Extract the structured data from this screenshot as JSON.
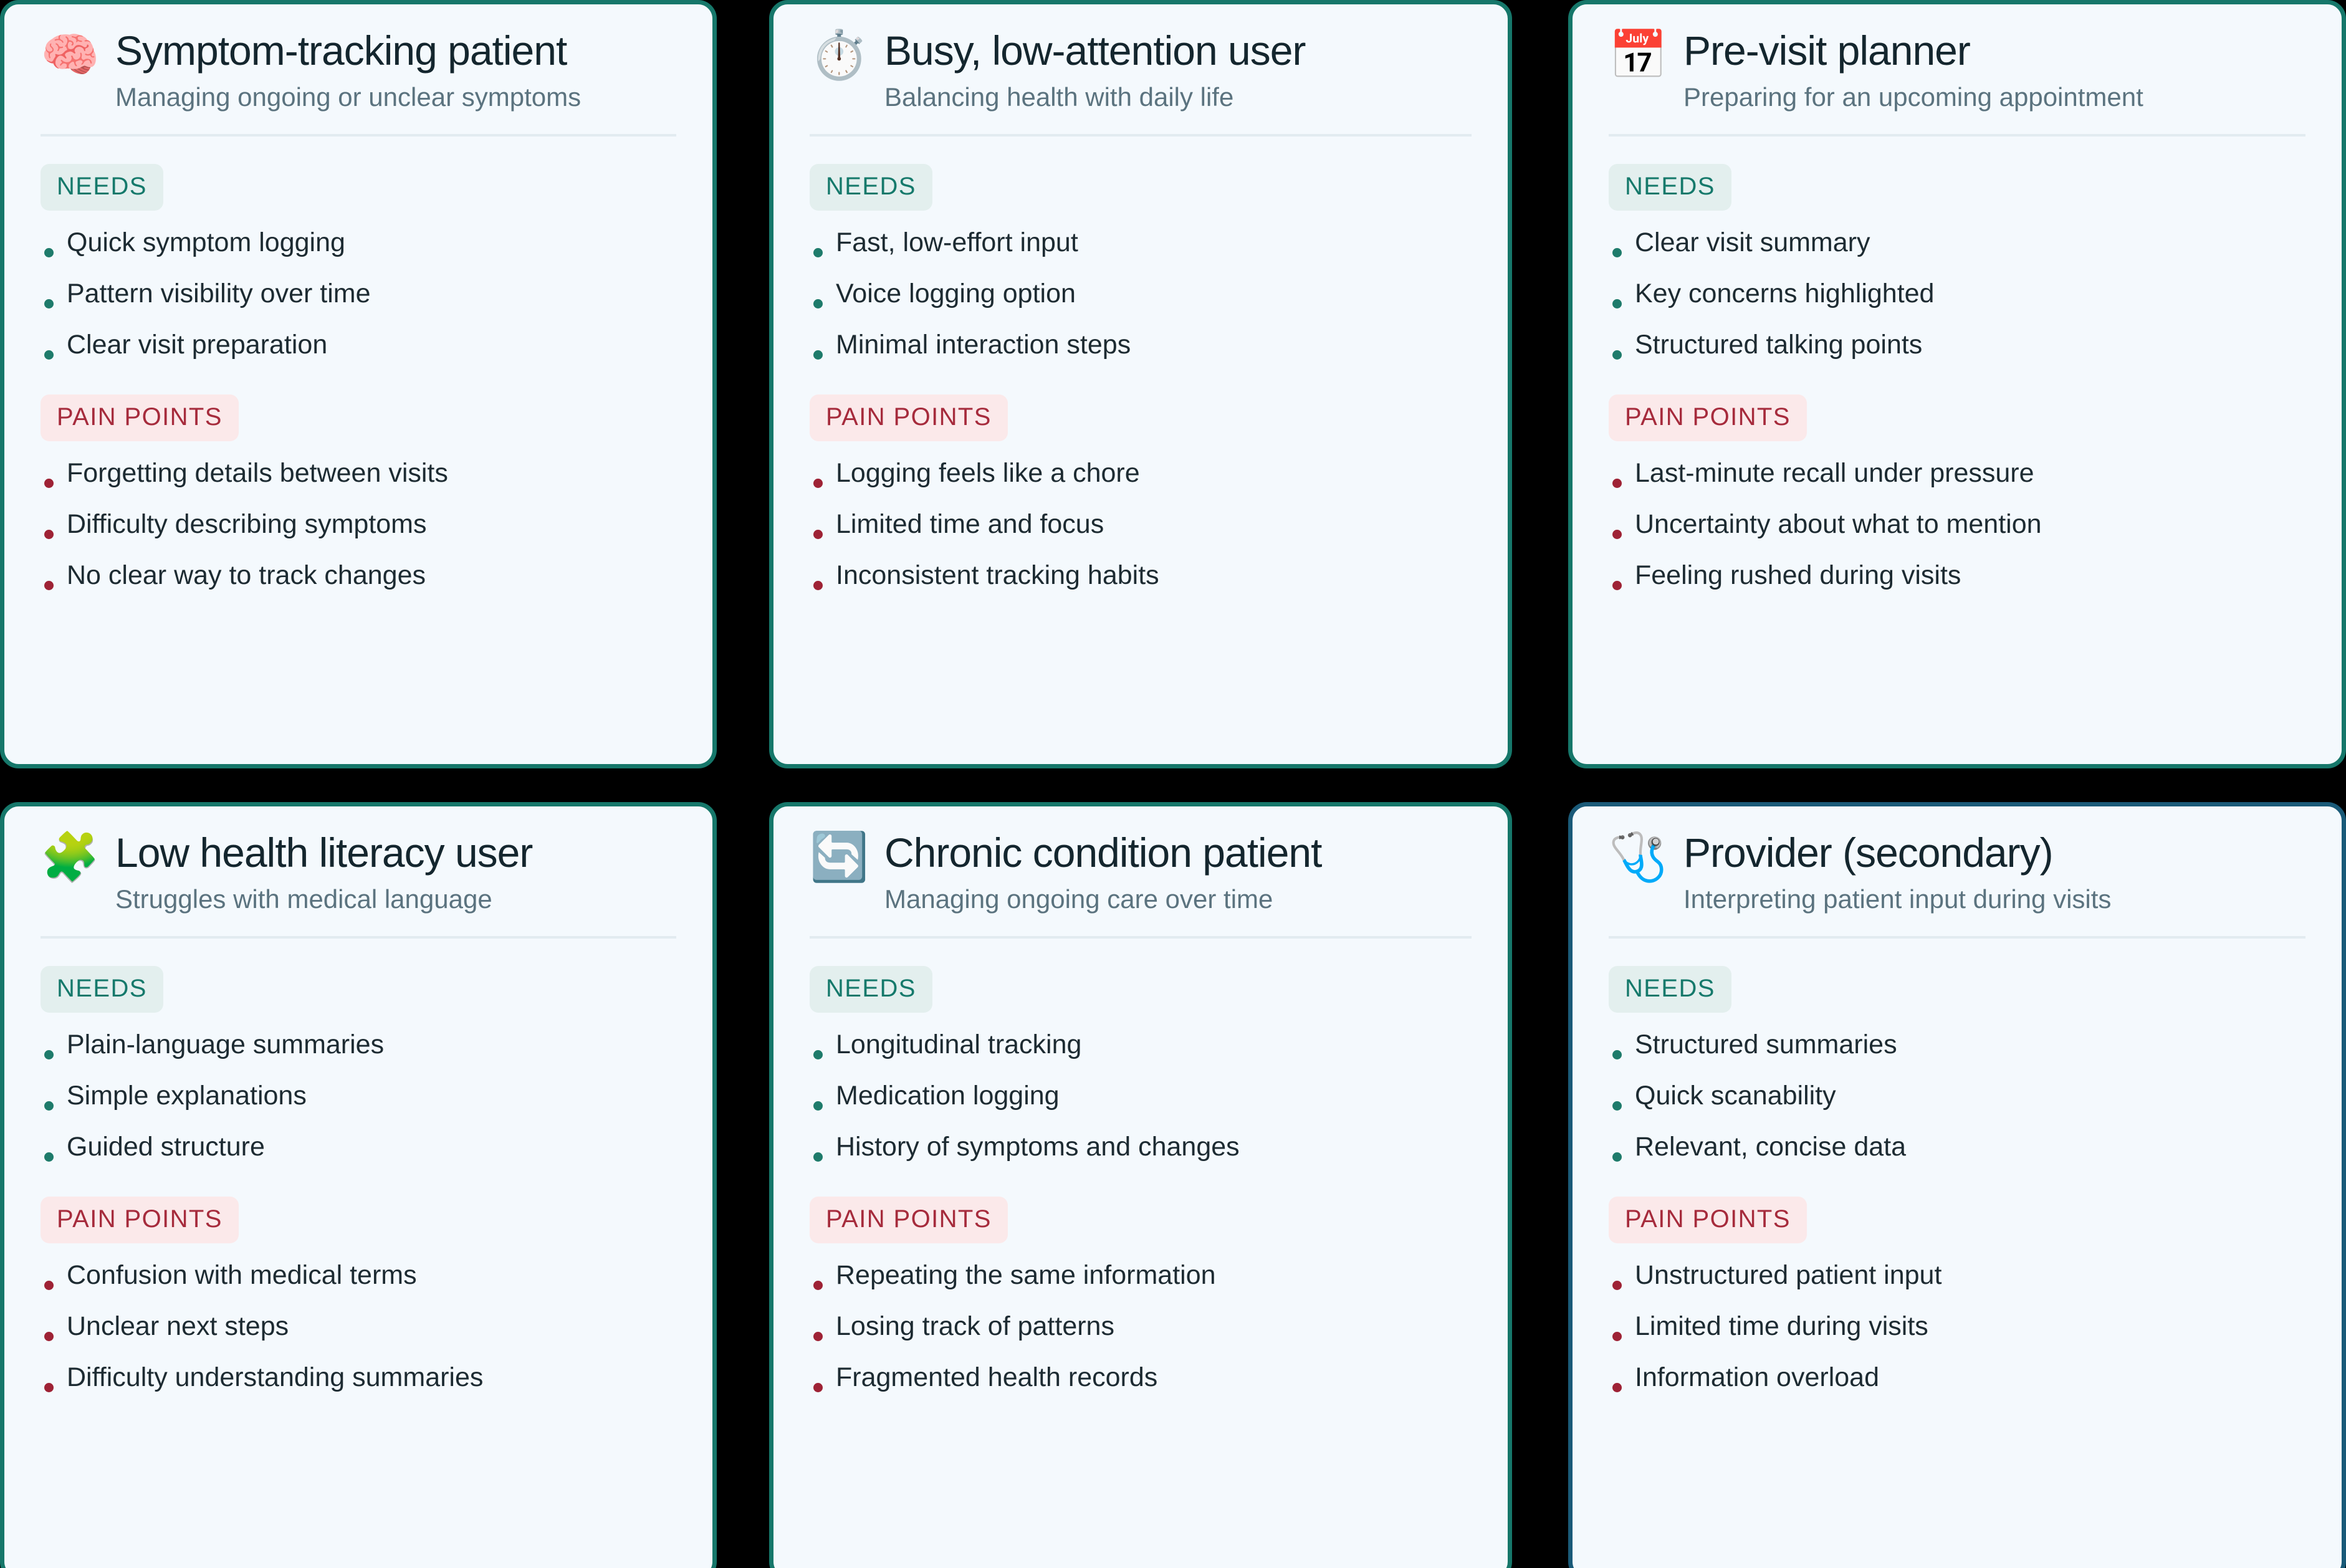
{
  "theme": {
    "page_background": "#000000",
    "card_background": "#F4F9FD",
    "card_border_teal": "#16776A",
    "card_border_blue": "#1A5A78",
    "needs_badge_text": "#15796B",
    "needs_badge_bg": "#E3EFEE",
    "pain_badge_text": "#A62B3C",
    "pain_badge_bg": "#FBE9EA",
    "needs_bullet": "#1E7B6B",
    "pain_bullet": "#9E2235",
    "title_color": "#14262E",
    "subtitle_color": "#5B737F",
    "body_color": "#1D2B32",
    "divider_color": "#E2EBF0"
  },
  "labels": {
    "needs": "NEEDS",
    "pain_points": "PAIN POINTS"
  },
  "personas": [
    {
      "icon": "🧠",
      "icon_name": "brain-icon",
      "title": "Symptom-tracking patient",
      "subtitle": "Managing ongoing or unclear symptoms",
      "needs": [
        "Quick symptom logging",
        "Pattern visibility over time",
        "Clear visit preparation"
      ],
      "pain_points": [
        "Forgetting details between visits",
        "Difficulty describing symptoms",
        "No clear way to track changes"
      ]
    },
    {
      "icon": "⏱️",
      "icon_name": "stopwatch-icon",
      "title": "Busy, low-attention user",
      "subtitle": "Balancing health with daily life",
      "needs": [
        "Fast, low-effort input",
        "Voice logging option",
        "Minimal interaction steps"
      ],
      "pain_points": [
        "Logging feels like a chore",
        "Limited time and focus",
        "Inconsistent tracking habits"
      ]
    },
    {
      "icon": "📅",
      "icon_name": "calendar-icon",
      "title": "Pre-visit planner",
      "subtitle": "Preparing for an upcoming appointment",
      "needs": [
        "Clear visit summary",
        "Key concerns highlighted",
        "Structured talking points"
      ],
      "pain_points": [
        "Last-minute recall under pressure",
        "Uncertainty about what to mention",
        "Feeling rushed during visits"
      ]
    },
    {
      "icon": "🧩",
      "icon_name": "puzzle-piece-icon",
      "title": "Low health literacy user",
      "subtitle": "Struggles with medical language",
      "needs": [
        "Plain-language summaries",
        "Simple explanations",
        "Guided structure"
      ],
      "pain_points": [
        "Confusion with medical terms",
        "Unclear next steps",
        "Difficulty understanding summaries"
      ]
    },
    {
      "icon": "🔄",
      "icon_name": "refresh-cycle-icon",
      "title": "Chronic condition patient",
      "subtitle": "Managing ongoing care over time",
      "needs": [
        "Longitudinal tracking",
        "Medication logging",
        "History of symptoms and changes"
      ],
      "pain_points": [
        "Repeating the same information",
        "Losing track of patterns",
        "Fragmented health records"
      ]
    },
    {
      "icon": "🩺",
      "icon_name": "stethoscope-icon",
      "title": "Provider (secondary)",
      "subtitle": "Interpreting patient input during visits",
      "needs": [
        "Structured summaries",
        "Quick scanability",
        "Relevant, concise data"
      ],
      "pain_points": [
        "Unstructured patient input",
        "Limited time during visits",
        "Information overload"
      ]
    }
  ]
}
